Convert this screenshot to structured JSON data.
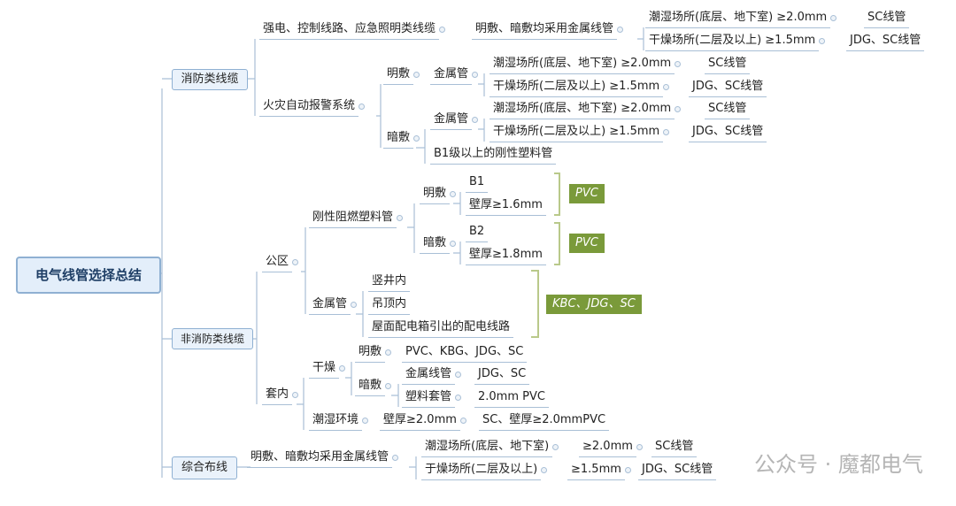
{
  "root": "电气线管选择总结",
  "fire": {
    "label": "消防类线缆",
    "power": {
      "label": "强电、控制线路、应急照明类线缆",
      "method": "明敷、暗敷均采用金属线管",
      "rows": [
        {
          "cond": "潮湿场所(底层、地下室)  ≥2.0mm",
          "pipe": "SC线管"
        },
        {
          "cond": "干燥场所(二层及以上) ≥1.5mm",
          "pipe": "JDG、SC线管"
        }
      ]
    },
    "alarm": {
      "label": "火灾自动报警系统",
      "exposed": {
        "label": "明敷",
        "pipe": "金属管",
        "rows": [
          {
            "cond": "潮湿场所(底层、地下室)  ≥2.0mm",
            "pipe": "SC线管"
          },
          {
            "cond": "干燥场所(二层及以上) ≥1.5mm",
            "pipe": "JDG、SC线管"
          }
        ]
      },
      "concealed": {
        "label": "暗敷",
        "pipe": "金属管",
        "rows": [
          {
            "cond": "潮湿场所(底层、地下室)  ≥2.0mm",
            "pipe": "SC线管"
          },
          {
            "cond": "干燥场所(二层及以上) ≥1.5mm",
            "pipe": "JDG、SC线管"
          }
        ],
        "alt": "B1级以上的刚性塑料管"
      }
    }
  },
  "nonfire": {
    "label": "非消防类线缆",
    "public": {
      "label": "公区",
      "rigid": {
        "label": "刚性阻燃塑料管",
        "exposed": {
          "label": "明敷",
          "grade": "B1",
          "wall": "壁厚≥1.6mm",
          "result": "PVC"
        },
        "concealed": {
          "label": "暗敷",
          "grade": "B2",
          "wall": "壁厚≥1.8mm",
          "result": "PVC"
        }
      },
      "metal": {
        "label": "金属管",
        "places": [
          "竖井内",
          "吊顶内",
          "屋面配电箱引出的配电线路"
        ],
        "result": "KBC、JDG、SC"
      }
    },
    "indoor": {
      "label": "套内",
      "dry": {
        "label": "干燥",
        "exposed": {
          "label": "明敷",
          "pipe": "PVC、KBG、JDG、SC"
        },
        "concealed": {
          "label": "暗敷",
          "rows": [
            {
              "type": "金属线管",
              "pipe": "JDG、SC"
            },
            {
              "type": "塑料套管",
              "pipe": "2.0mm PVC"
            }
          ]
        }
      },
      "wet": {
        "label": "潮湿环境",
        "wall": "壁厚≥2.0mm",
        "pipe": "SC、壁厚≥2.0mmPVC"
      }
    }
  },
  "cabling": {
    "label": "综合布线",
    "method": "明敷、暗敷均采用金属线管",
    "rows": [
      {
        "cond": "潮湿场所(底层、地下室)",
        "thick": "≥2.0mm",
        "pipe": "SC线管"
      },
      {
        "cond": "于燥场所(二层及以上)",
        "thick": "≥1.5mm",
        "pipe": "JDG、SC线管"
      }
    ]
  },
  "watermark": "公众号 · 魔都电气",
  "colors": {
    "line": "#a9bfd6",
    "tag": "#7a9a3a"
  }
}
